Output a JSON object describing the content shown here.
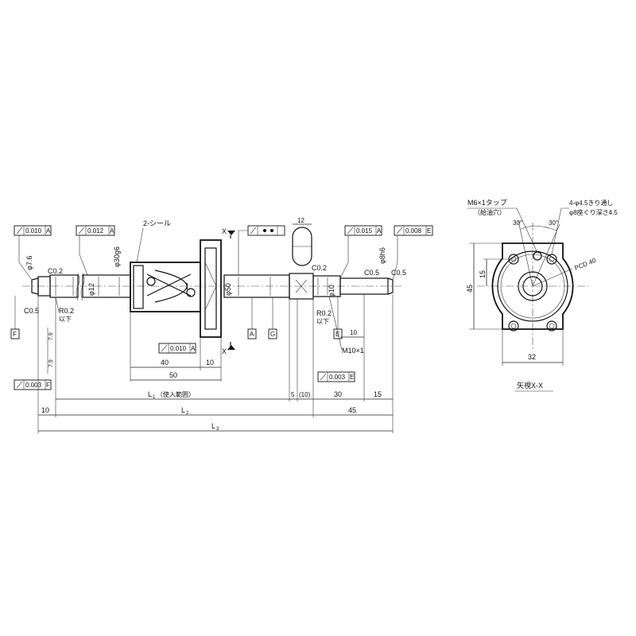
{
  "labels": {
    "seal": "2-シール",
    "x_mark_top": "X",
    "x_mark_bottom": "X",
    "view_x": "矢視X-X",
    "tap_line1": "M6×1タップ",
    "tap_line2": "（給油穴）",
    "hole_line1": "4-φ4.5きり通し",
    "hole_line2": "φ8座ぐり深さ4.5",
    "pcd": "PCD 40",
    "m10": "M10×1",
    "r02_left_1": "R0.2",
    "r02_left_2": "以下",
    "r02_right_1": "R0.2",
    "r02_right_2": "以下",
    "l1": "L",
    "l1_sub": "1",
    "l1_note": "（使入範囲）",
    "l2": "L",
    "l2_sub": "2",
    "l3": "L",
    "l3_sub": "3"
  },
  "chamfers": {
    "c02_left": "C0.2",
    "c05_left": "C0.5",
    "c02_right": "C0.2",
    "c05_right_1": "C0.5",
    "c05_right_2": "C0.5"
  },
  "diameters": {
    "d76": "φ7.6",
    "d12": "φ12",
    "d30": "φ30g6",
    "d50": "φ50",
    "d10": "φ10",
    "d8": "φ8h6"
  },
  "dims": {
    "d40": "40",
    "d10_nut": "10",
    "d50": "50",
    "d12_top": "12",
    "d5": "5",
    "d10_paren": "(10)",
    "d30": "30",
    "d15": "15",
    "d10_left": "10",
    "d45": "45",
    "d10_right": "10",
    "d7_9a": "7.9",
    "d7_9b": "7.9",
    "v45": "45",
    "v15": "15",
    "h32": "32",
    "ang30a": "30°",
    "ang30b": "30°"
  },
  "tolerances": {
    "fcf_1_value": "0.010",
    "fcf_1_datum": "A",
    "fcf_2_value": "0.012",
    "fcf_2_datum": "A",
    "fcf_3_value": "0.010",
    "fcf_3_datum": "A",
    "fcf_4_value": "0.015",
    "fcf_4_datum": "A",
    "fcf_5_value": "0.008",
    "fcf_5_datum": "E",
    "fcf_6_value": "0.003",
    "fcf_6_datum": "E",
    "fcf_7_value": "0.003",
    "fcf_7_datum": "F"
  },
  "datums": {
    "a": "A",
    "g": "G",
    "e": "E",
    "f": "F"
  }
}
